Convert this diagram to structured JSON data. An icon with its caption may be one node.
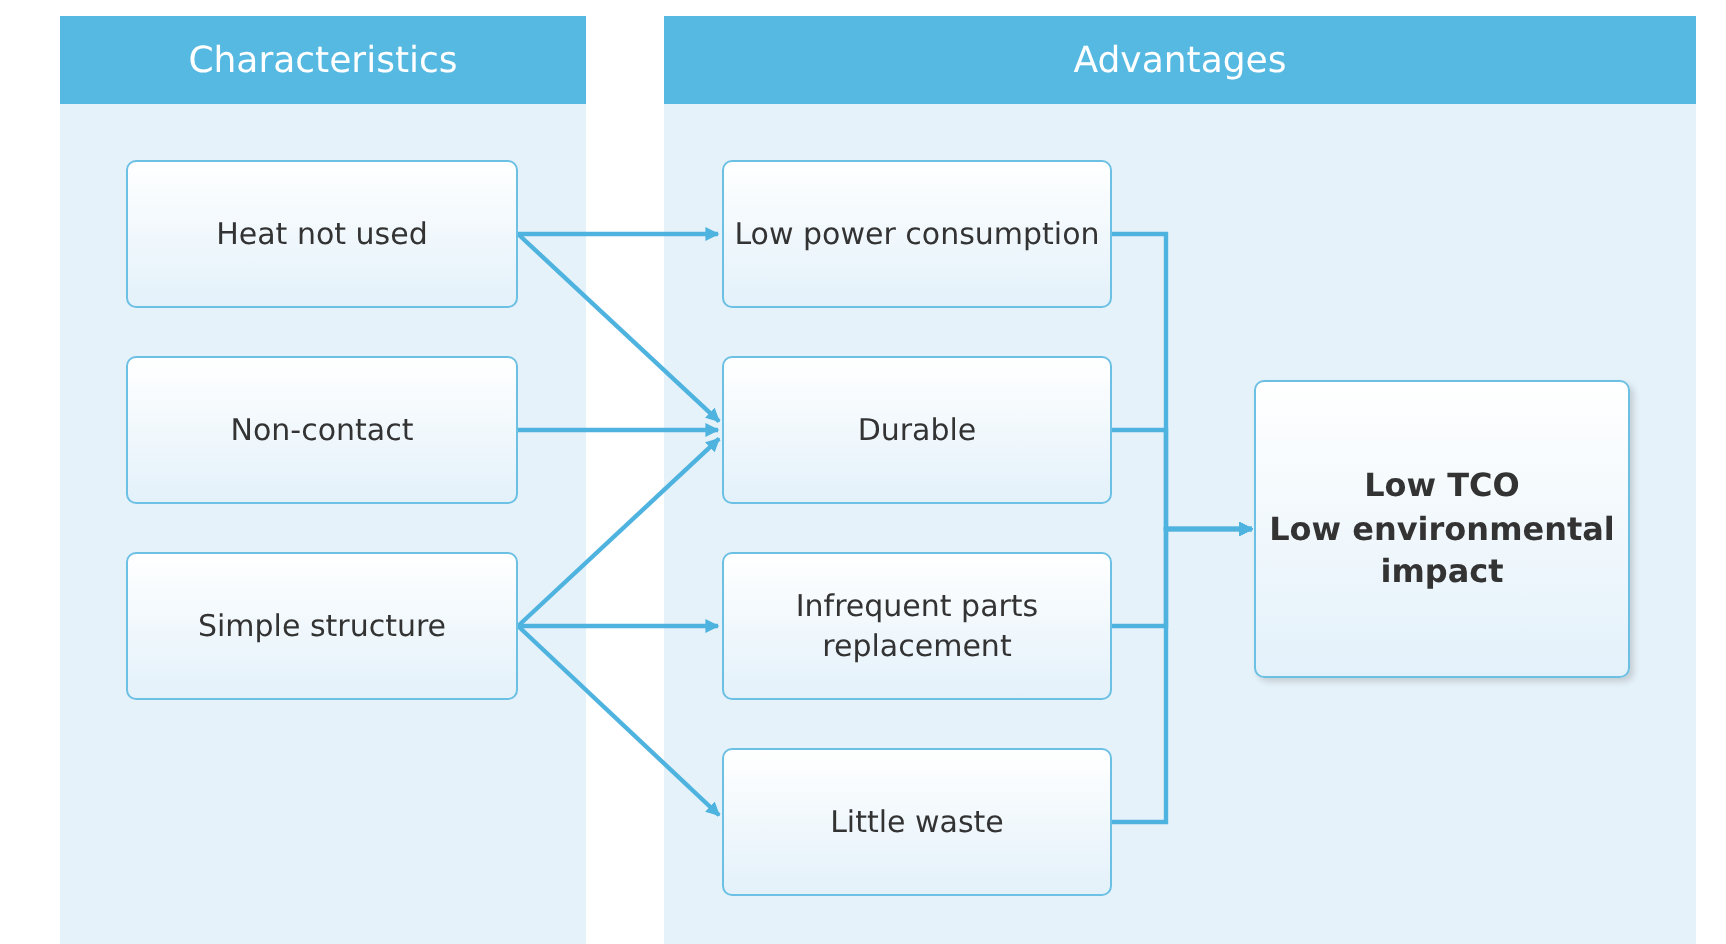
{
  "diagram": {
    "nodes": [
      {
        "text": [
          "Characteristics"
        ]
      },
      {
        "text": [
          "Advantages"
        ]
      },
      {
        "text": [
          "Heat not used"
        ],
        "in": 0
      },
      {
        "text": [
          "Non-contact"
        ],
        "in": 0
      },
      {
        "text": [
          "Simple structure"
        ],
        "in": 0
      },
      {
        "text": [
          "Low power consumption"
        ],
        "in": 1
      },
      {
        "text": [
          "Durable"
        ],
        "in": 1
      },
      {
        "text": [
          "Infrequent parts replacement"
        ],
        "in": 1
      },
      {
        "text": [
          "Little waste"
        ],
        "in": 1
      },
      {
        "text": [
          "Low TCO",
          "Low environmental impact"
        ],
        "in": 1
      }
    ],
    "edges": [
      {
        "from": 2,
        "to": 5,
        "arrow": "to"
      },
      {
        "from": 2,
        "to": 6,
        "arrow": "to"
      },
      {
        "from": 3,
        "to": 6,
        "arrow": "to"
      },
      {
        "from": 4,
        "to": 6,
        "arrow": "to"
      },
      {
        "from": 4,
        "to": 7,
        "arrow": "to"
      },
      {
        "from": 4,
        "to": 8,
        "arrow": "to"
      },
      {
        "from": 5,
        "to": 9,
        "arrow": "to"
      },
      {
        "from": 6,
        "to": 9,
        "arrow": "to"
      },
      {
        "from": 7,
        "to": 9,
        "arrow": "to"
      },
      {
        "from": 8,
        "to": 9,
        "arrow": "to"
      }
    ]
  }
}
